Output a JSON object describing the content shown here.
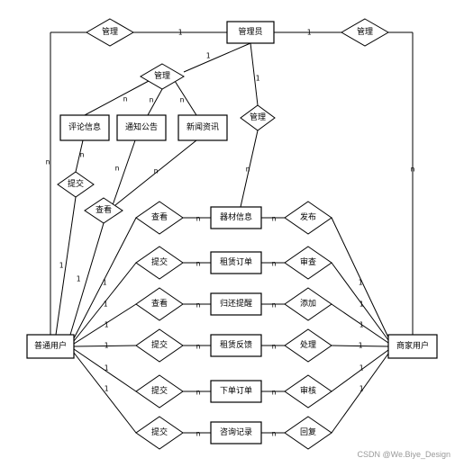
{
  "entities": {
    "admin": "管理员",
    "user": "普通用户",
    "merchant": "商家用户",
    "comment": "评论信息",
    "notice": "通知公告",
    "news": "新闻资讯",
    "equipment": "器材信息",
    "rental_order": "租赁订单",
    "return": "归还提醒",
    "feedback": "租赁反馈",
    "order": "下单订单",
    "consult": "咨询记录"
  },
  "relationships": {
    "manage_user": "管理",
    "manage_merchant": "管理",
    "manage_info": "管理",
    "manage_equip": "管理",
    "submit_comment": "提交",
    "view_info": "查看",
    "u_view_equip": "查看",
    "u_submit_rental": "提交",
    "u_view_return": "查看",
    "u_submit_feedback": "提交",
    "u_submit_order": "提交",
    "u_submit_consult": "提交",
    "m_publish": "发布",
    "m_review_rental": "审查",
    "m_add_return": "添加",
    "m_handle_feedback": "处理",
    "m_review_order": "审核",
    "m_reply": "回复"
  },
  "cardinalities": {
    "one": "1",
    "many": "n"
  },
  "watermark": "CSDN @We.Biye_Design"
}
